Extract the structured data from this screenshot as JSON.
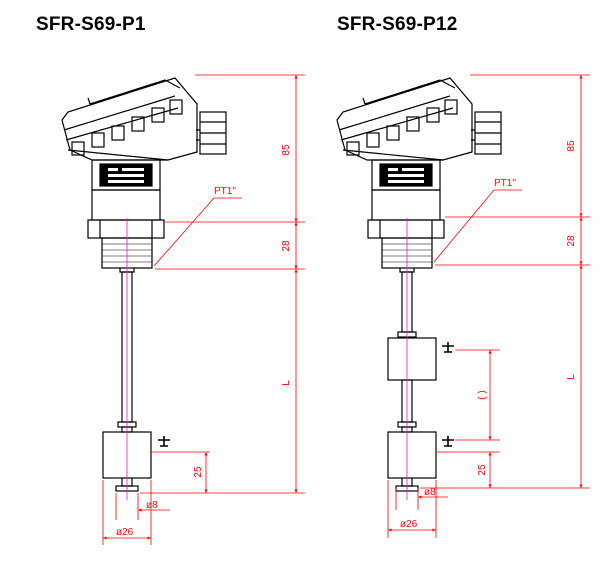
{
  "models": [
    {
      "name": "SFR-S69-P1",
      "head_height": "85",
      "fitting_height": "28",
      "length": "L",
      "float_offset": "25",
      "stem_diameter": "ø8",
      "float_diameter": "ø26",
      "thread": "PT1\""
    },
    {
      "name": "SFR-S69-P12",
      "head_height": "85",
      "fitting_height": "28",
      "length": "L",
      "float_offset": "25",
      "float_gap": "(  )",
      "stem_diameter": "ø8",
      "float_diameter": "ø26",
      "thread": "PT1\""
    }
  ],
  "colors": {
    "outline": "#000000",
    "dimension": "#ff0000",
    "centerline": "#ff00ff",
    "background": "#ffffff"
  }
}
